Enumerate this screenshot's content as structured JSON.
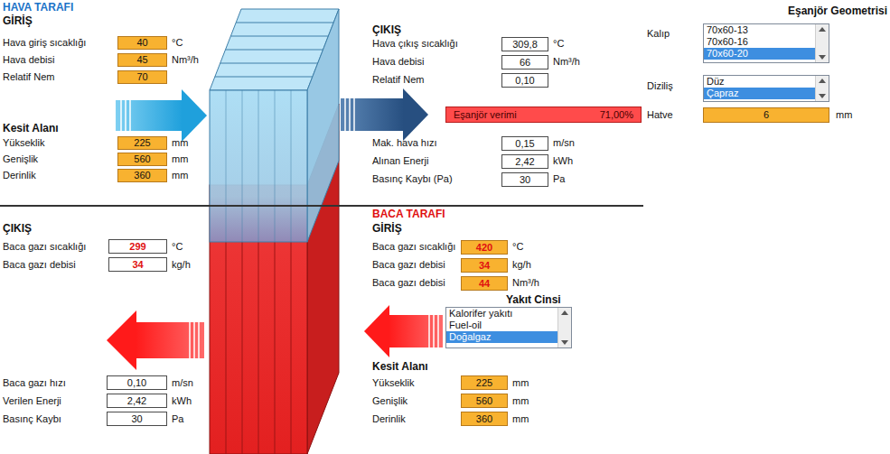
{
  "diagram": {
    "nodes": [
      {
        "text": [
          "40"
        ]
      },
      {
        "text": [
          "45"
        ]
      },
      {
        "text": [
          "70"
        ]
      },
      {
        "text": [
          "225"
        ]
      },
      {
        "text": [
          "560"
        ]
      },
      {
        "text": [
          "360"
        ]
      },
      {
        "text": [
          "309,8"
        ]
      },
      {
        "text": [
          "66"
        ]
      },
      {
        "text": [
          "0,10"
        ]
      },
      {
        "text": [
          "Eşanjör verimi",
          "71,00%"
        ]
      },
      {
        "text": [
          "0,15"
        ]
      },
      {
        "text": [
          "2,42"
        ]
      },
      {
        "text": [
          "30"
        ]
      },
      {
        "text": [
          "70x60-13",
          "70x60-16",
          "70x60-20"
        ]
      },
      {
        "text": [
          "Düz",
          "Çapraz"
        ]
      },
      {
        "text": [
          "6"
        ]
      },
      {
        "text": [
          "299"
        ]
      },
      {
        "text": [
          "34"
        ]
      },
      {
        "text": [
          "0,10"
        ]
      },
      {
        "text": [
          "2,42"
        ]
      },
      {
        "text": [
          "30"
        ]
      },
      {
        "text": [
          "420"
        ]
      },
      {
        "text": [
          "34"
        ]
      },
      {
        "text": [
          "44"
        ]
      },
      {
        "text": [
          "Kalorifer yakıtı",
          "Fuel-oil",
          "Doğalgaz"
        ]
      },
      {
        "text": [
          "225"
        ]
      },
      {
        "text": [
          "560"
        ]
      },
      {
        "text": [
          "360"
        ]
      }
    ],
    "labels": [
      "HAVA TARAFI",
      "GİRİŞ",
      "Hava giriş sıcaklığı",
      "°C",
      "Hava debisi",
      "Nm³/h",
      "Relatif Nem",
      "Kesit Alanı",
      "Yükseklik",
      "mm",
      "Genişlik",
      "mm",
      "Derinlik",
      "mm",
      "ÇIKIŞ",
      "Hava çıkış sıcaklığı",
      "°C",
      "Hava debisi",
      "Nm³/h",
      "Relatif Nem",
      "Mak. hava hızı",
      "m/sn",
      "Alınan Enerji",
      "kWh",
      "Basınç Kaybı (Pa)",
      "Pa",
      "Eşanjör Geometrisi",
      "Kalıp",
      "Diziliş",
      "Hatve",
      "mm",
      "ÇIKIŞ",
      "Baca gazı sıcaklığı",
      "°C",
      "Baca gazı debisi",
      "kg/h",
      "Baca gazı hızı",
      "m/sn",
      "Verilen Enerji",
      "kWh",
      "Basınç Kaybı",
      "Pa",
      "BACA TARAFI",
      "GİRİŞ",
      "Baca gazı sıcaklığı",
      "°C",
      "Baca gazı debisi",
      "kg/h",
      "Baca gazı debisi",
      "Nm³/h",
      "Yakıt Cinsi",
      "Kesit Alanı",
      "Yükseklik",
      "mm",
      "Genişlik",
      "mm",
      "Derinlik",
      "mm"
    ]
  }
}
